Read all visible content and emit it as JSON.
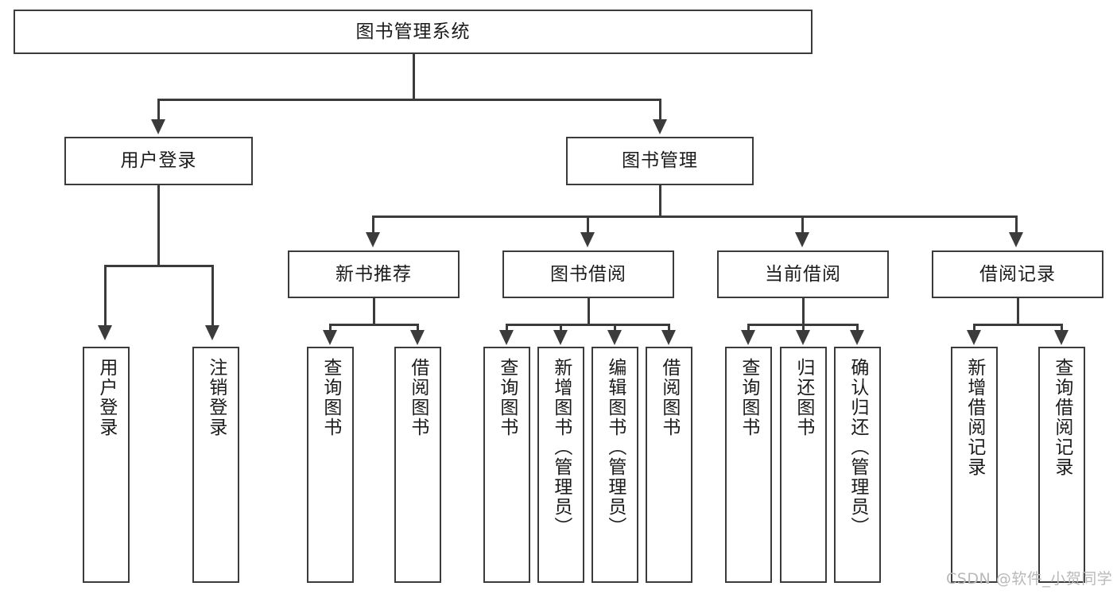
{
  "diagram": {
    "title": "图书管理系统",
    "type": "tree-hierarchy",
    "root": {
      "id": "root",
      "label": "图书管理系统"
    },
    "level2": [
      {
        "id": "user-login",
        "label": "用户登录"
      },
      {
        "id": "book-manage",
        "label": "图书管理"
      }
    ],
    "level3": [
      {
        "id": "new-book-rec",
        "label": "新书推荐",
        "parent": "book-manage"
      },
      {
        "id": "book-borrow",
        "label": "图书借阅",
        "parent": "book-manage"
      },
      {
        "id": "current-borrow",
        "label": "当前借阅",
        "parent": "book-manage"
      },
      {
        "id": "borrow-record",
        "label": "借阅记录",
        "parent": "book-manage"
      }
    ],
    "leaves": {
      "user_login": [
        {
          "id": "leaf-user-login",
          "label": "用户登录"
        },
        {
          "id": "leaf-logout",
          "label": "注销登录"
        }
      ],
      "new_book_rec": [
        {
          "id": "leaf-query-book-1",
          "label": "查询图书"
        },
        {
          "id": "leaf-borrow-book-1",
          "label": "借阅图书"
        }
      ],
      "book_borrow": [
        {
          "id": "leaf-query-book-2",
          "label": "查询图书"
        },
        {
          "id": "leaf-add-book",
          "label": "新增图书（管理员）"
        },
        {
          "id": "leaf-edit-book",
          "label": "编辑图书（管理员）"
        },
        {
          "id": "leaf-borrow-book-2",
          "label": "借阅图书"
        }
      ],
      "current_borrow": [
        {
          "id": "leaf-query-book-3",
          "label": "查询图书"
        },
        {
          "id": "leaf-return-book",
          "label": "归还图书"
        },
        {
          "id": "leaf-confirm-return",
          "label": "确认归还（管理员）"
        }
      ],
      "borrow_record": [
        {
          "id": "leaf-add-record",
          "label": "新增借阅记录"
        },
        {
          "id": "leaf-query-record",
          "label": "查询借阅记录"
        }
      ]
    },
    "colors": {
      "background": "#ffffff",
      "box_fill": "#ffffff",
      "box_border": "#3b3b3b",
      "connector": "#3b3b3b",
      "text": "#1b1b1b",
      "watermark": "#b9b9b9"
    }
  },
  "watermark": {
    "text": "CSDN @软件_小贺同学"
  }
}
